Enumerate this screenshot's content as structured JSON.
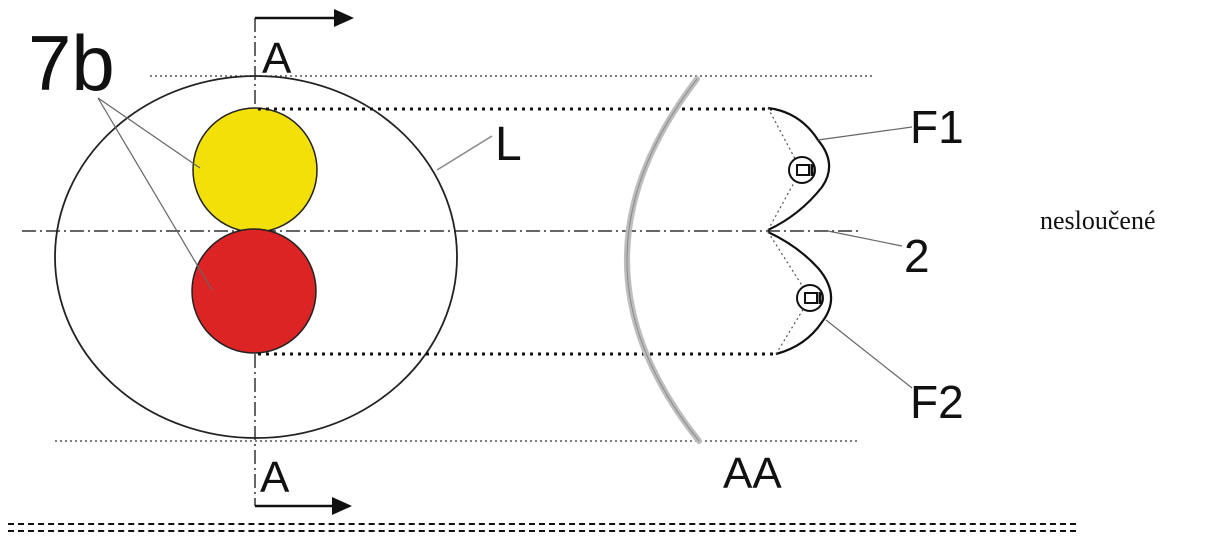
{
  "labels": {
    "group": "7b",
    "section_top": "A",
    "section_bottom": "A",
    "outline": "L",
    "filament_1": "F1",
    "filament_2": "F2",
    "reference": "2",
    "section_view": "AA"
  },
  "side_note": "nesloučené",
  "colors": {
    "lamp_upper": "#f2e008",
    "lamp_lower": "#dd2424",
    "lens": "#bdbdbd",
    "ink": "#111111"
  }
}
